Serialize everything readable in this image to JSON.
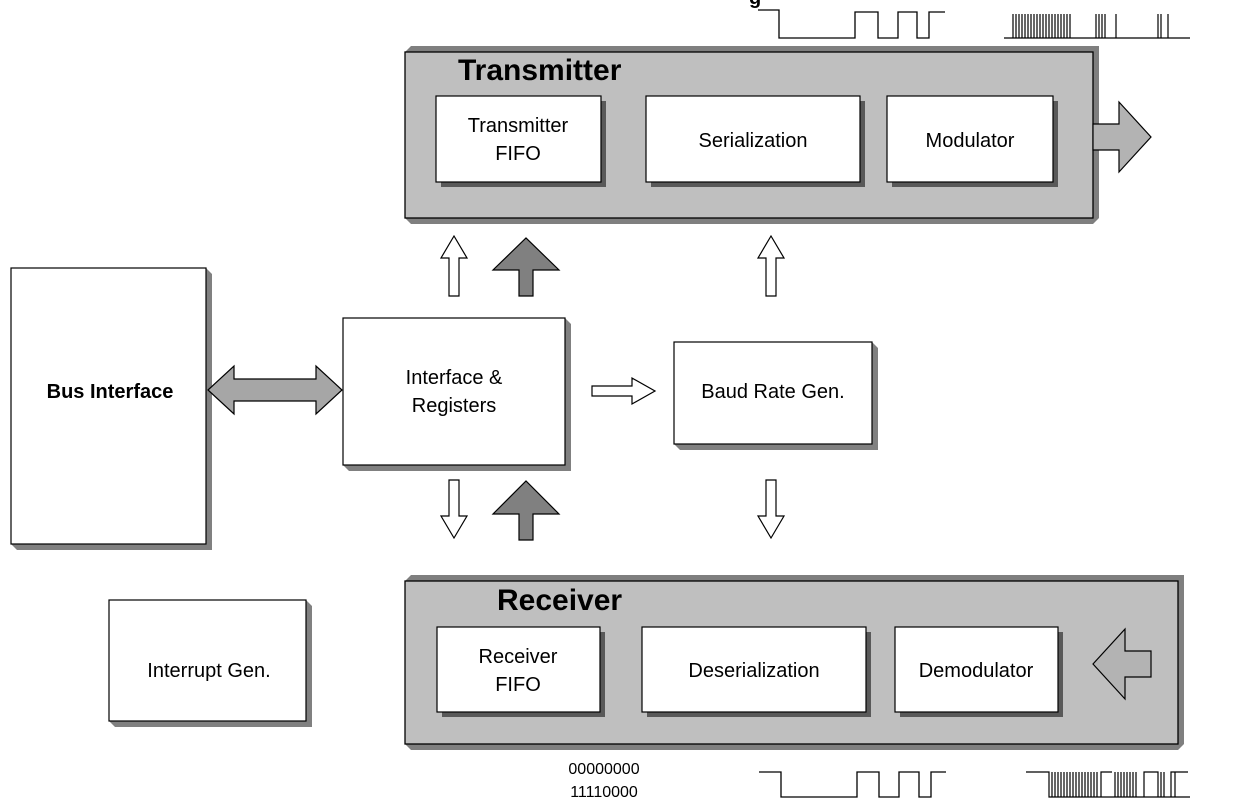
{
  "colors": {
    "panel": "#bfbfbf",
    "box": "#ffffff",
    "outline": "#000000",
    "thick_arrow": "#b3b3b3",
    "page": "#ffffff"
  },
  "diagram": {
    "top_caption_fragment": "g",
    "transmitter": {
      "title": "Transmitter",
      "fifo_line1": "Transmitter",
      "fifo_line2": "FIFO",
      "serialization": "Serialization",
      "modulator": "Modulator"
    },
    "receiver": {
      "title": "Receiver",
      "fifo_line1": "Receiver",
      "fifo_line2": "FIFO",
      "deserialization": "Deserialization",
      "demodulator": "Demodulator"
    },
    "bus_interface": "Bus Interface",
    "interface_line1": "Interface &",
    "interface_line2": "Registers",
    "baud_rate": "Baud Rate Gen.",
    "interrupt": "Interrupt Gen.",
    "bit_pattern_1": "00000000",
    "bit_pattern_2": "11110000"
  },
  "icons": {
    "outline_arrow": "hollow-arrow-icon",
    "thick_arrow": "shaded-arrow-icon",
    "double_arrow": "double-headed-arrow-icon",
    "waveform": "digital-waveform-icon",
    "pulse_train": "pulse-train-icon"
  }
}
